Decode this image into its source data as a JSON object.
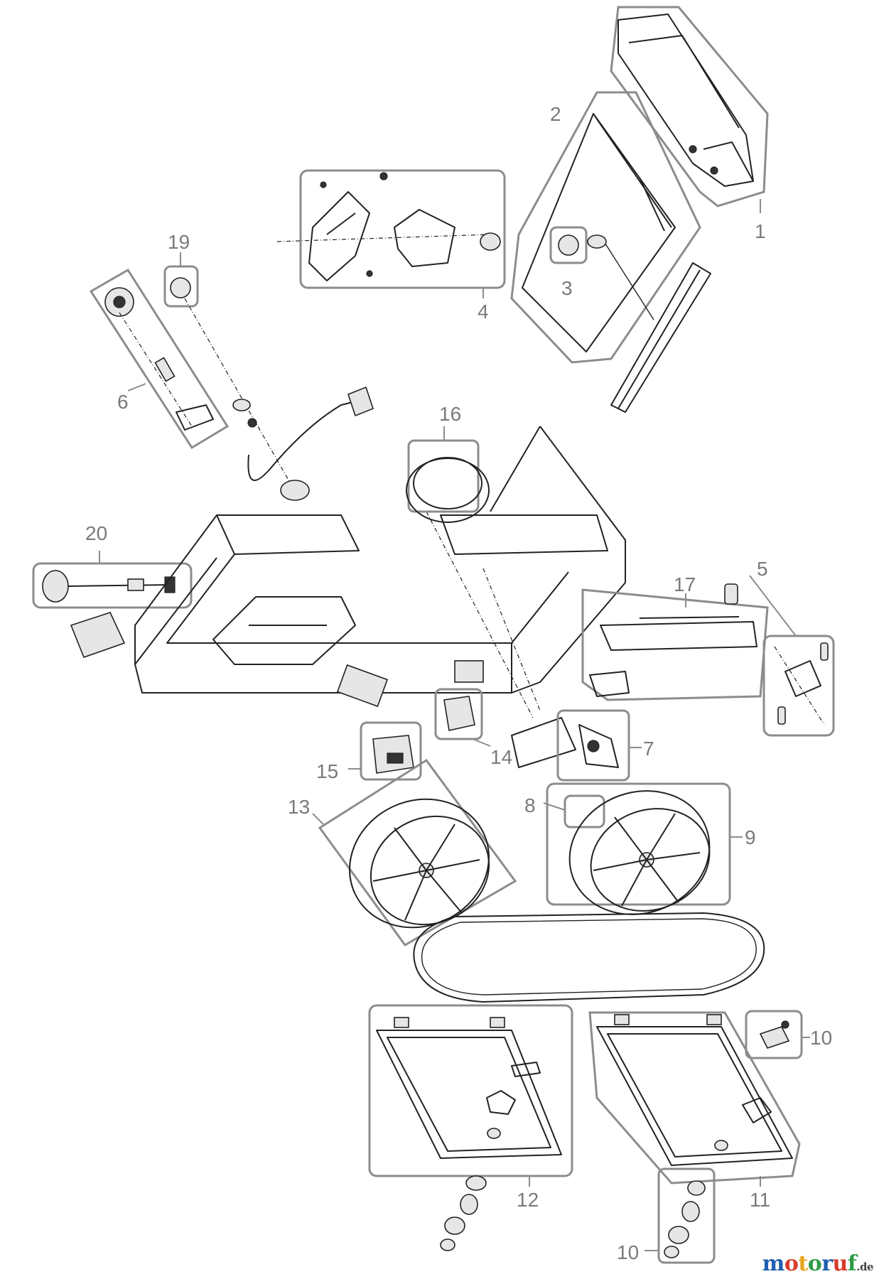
{
  "callouts": {
    "c1": "1",
    "c2": "2",
    "c3": "3",
    "c4": "4",
    "c5": "5",
    "c6": "6",
    "c7": "7",
    "c8": "8",
    "c9": "9",
    "c10a": "10",
    "c10b": "10",
    "c11": "11",
    "c12": "12",
    "c13": "13",
    "c14": "14",
    "c15": "15",
    "c16": "16",
    "c17": "17",
    "c19": "19",
    "c20": "20"
  },
  "watermark": {
    "letters": [
      "m",
      "o",
      "t",
      "o",
      "r",
      "u",
      "f"
    ],
    "colors": [
      "#1f5fb0",
      "#d93a2b",
      "#e9a21b",
      "#2e9b45",
      "#1f5fb0",
      "#d93a2b",
      "#2e9b45"
    ],
    "suffix": ".de"
  }
}
